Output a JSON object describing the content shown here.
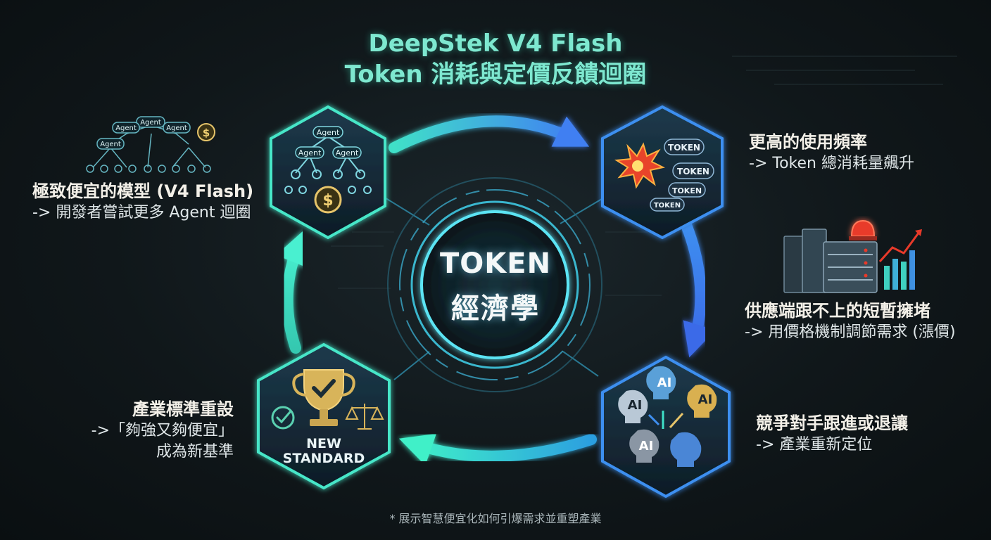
{
  "title": {
    "line1": "DeepStek V4 Flash",
    "line2": "Token 消耗與定價反饋迴圈"
  },
  "center": {
    "line1": "TOKEN",
    "line2": "經濟學"
  },
  "nodes": {
    "top_left": {
      "agent_labels": [
        "Agent",
        "Agent",
        "Agent"
      ],
      "heading": "極致便宜的模型 (V4 Flash)",
      "detail": "-> 開發者嘗試更多 Agent 迴圈"
    },
    "top_right": {
      "token_labels": [
        "TOKEN",
        "TOKEN",
        "TOKEN",
        "TOKEN"
      ],
      "heading": "更高的使用頻率",
      "detail": "-> Token 總消耗量飆升"
    },
    "middle_right": {
      "heading": "供應端跟不上的短暫擁堵",
      "detail": "-> 用價格機制調節需求 (漲價)"
    },
    "bottom_right": {
      "ai_labels": [
        "AI",
        "AI",
        "AI",
        "AI"
      ],
      "heading": "競爭對手跟進或退讓",
      "detail": "-> 產業重新定位"
    },
    "bottom_left": {
      "badge_line1": "NEW",
      "badge_line2": "STANDARD",
      "heading": "產業標準重設",
      "detail_line1": "->「夠強又夠便宜」",
      "detail_line2": "成為新基準"
    }
  },
  "left_icon_labels": [
    "Agent",
    "Agent",
    "Agent",
    "Agent"
  ],
  "footnote": "* 展示智慧便宜化如何引爆需求並重塑產業",
  "colors": {
    "accent_teal": "#3fe0c0",
    "accent_blue": "#3f8ff0",
    "gold": "#e6c46a",
    "alert_red": "#e83a2a"
  }
}
